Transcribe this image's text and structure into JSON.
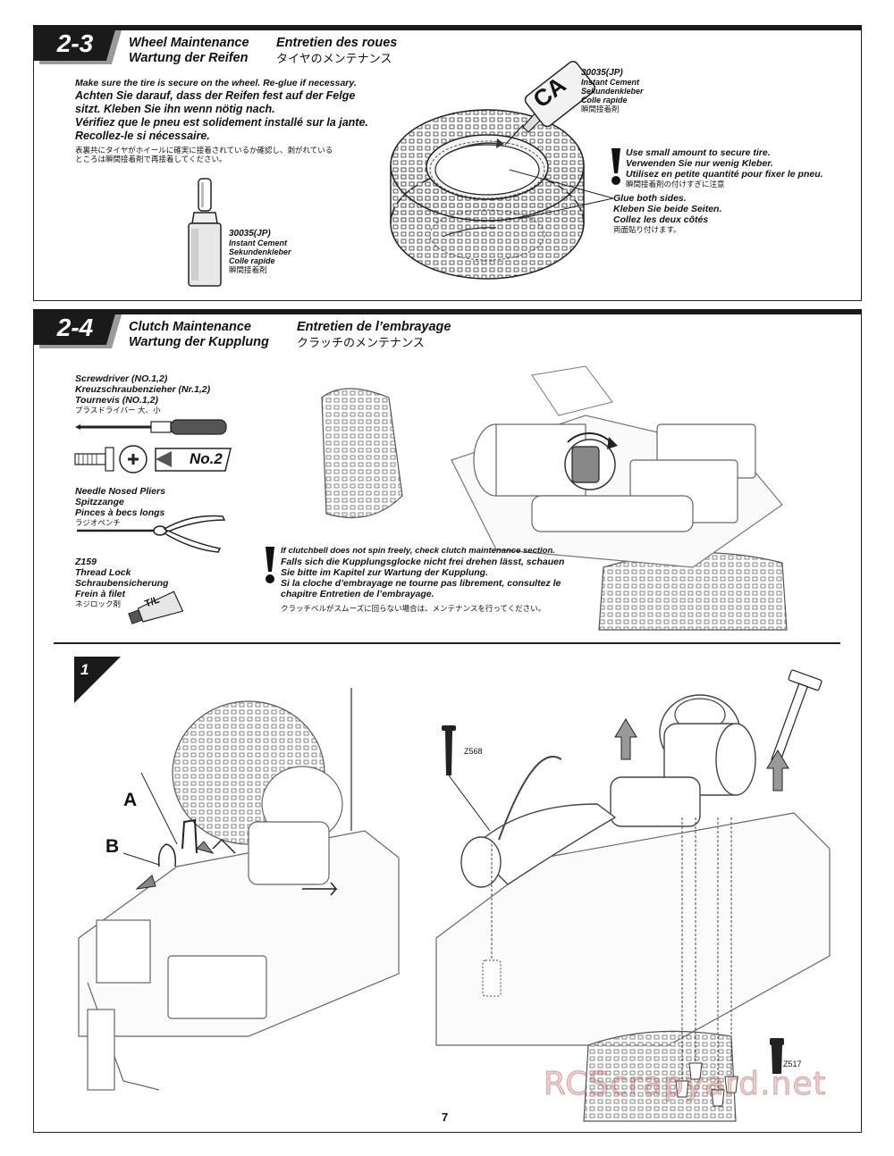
{
  "section_2_3": {
    "step": "2-3",
    "title_en": "Wheel Maintenance",
    "title_de": "Wartung der Reifen",
    "title_fr": "Entretien des roues",
    "title_jp": "タイヤのメンテナンス",
    "instruction_en": "Make sure the tire is secure on the wheel. Re-glue if necessary.",
    "instruction_de_1": "Achten Sie darauf, dass der Reifen fest auf der Felge",
    "instruction_de_2": "sitzt. Kleben Sie ihn wenn nötig nach.",
    "instruction_fr_1": "Vérifiez que le pneu est solidement installé sur la jante.",
    "instruction_fr_2": "Recollez-le si nécessaire.",
    "instruction_jp_1": "表裏共にタイヤがホイールに確実に接着されているか確認し、剥がれている",
    "instruction_jp_2": "ところは瞬間接着剤で再接着してください。",
    "bottle_part": "30035(JP)",
    "bottle_en": "Instant Cement",
    "bottle_de": "Sekundenkleber",
    "bottle_fr": "Colle rapide",
    "bottle_jp": "瞬間接着剤",
    "ca_part": "30035(JP)",
    "ca_en": "Instant Cement",
    "ca_de": "Sekundenkleber",
    "ca_fr": "Colle rapide",
    "ca_jp": "瞬間接着剤",
    "ca_label": "CA",
    "warn_en": "Use small amount to secure tire.",
    "warn_de": "Verwenden Sie nur wenig Kleber.",
    "warn_fr": "Utilisez en petite quantité pour fixer le pneu.",
    "warn_jp": "瞬間接着剤の付けすぎに注意",
    "glue_en": "Glue both sides.",
    "glue_de": "Kleben Sie beide Seiten.",
    "glue_fr": "Collez les deux côtés",
    "glue_jp": "両面貼り付けます。"
  },
  "section_2_4": {
    "step": "2-4",
    "title_en": "Clutch Maintenance",
    "title_de": "Wartung der Kupplung",
    "title_fr": "Entretien de l’embrayage",
    "title_jp": "クラッチのメンテナンス",
    "tool1_en": "Screwdriver (NO.1,2)",
    "tool1_de": "Kreuzschraubenzieher (Nr.1,2)",
    "tool1_fr": "Tournevis (NO.1,2)",
    "tool1_jp": "プラスドライバー 大、小",
    "tool1_size": "No.2",
    "tool2_en": "Needle Nosed Pliers",
    "tool2_de": "Spitzzange",
    "tool2_fr": "Pinces à becs longs",
    "tool2_jp": "ラジオペンチ",
    "tool3_part": "Z159",
    "tool3_en": "Thread Lock",
    "tool3_de": "Schraubensicherung",
    "tool3_fr": "Frein à filet",
    "tool3_jp": "ネジロック剤",
    "tool3_tube": "T/L",
    "warn_en": "If clutchbell does not spin freely, check clutch maintenance section.",
    "warn_de_1": "Falls sich die Kupplungsglocke nicht frei drehen lässt, schauen",
    "warn_de_2": "Sie bitte im Kapitel zur Wartung der Kupplung.",
    "warn_fr_1": "Si la cloche d’embrayage ne tourne pas librement, consultez le",
    "warn_fr_2": "chapitre Entretien de l’embrayage.",
    "warn_jp": "クラッチベルがスムーズに回らない場合は、メンテナンスを行ってください。"
  },
  "step1": {
    "number": "1",
    "label_a": "A",
    "label_b": "B",
    "screw_top": "Z568",
    "screw_bottom": "Z517"
  },
  "footer": {
    "page_number": "7",
    "watermark": "RCScrapyard.net"
  }
}
